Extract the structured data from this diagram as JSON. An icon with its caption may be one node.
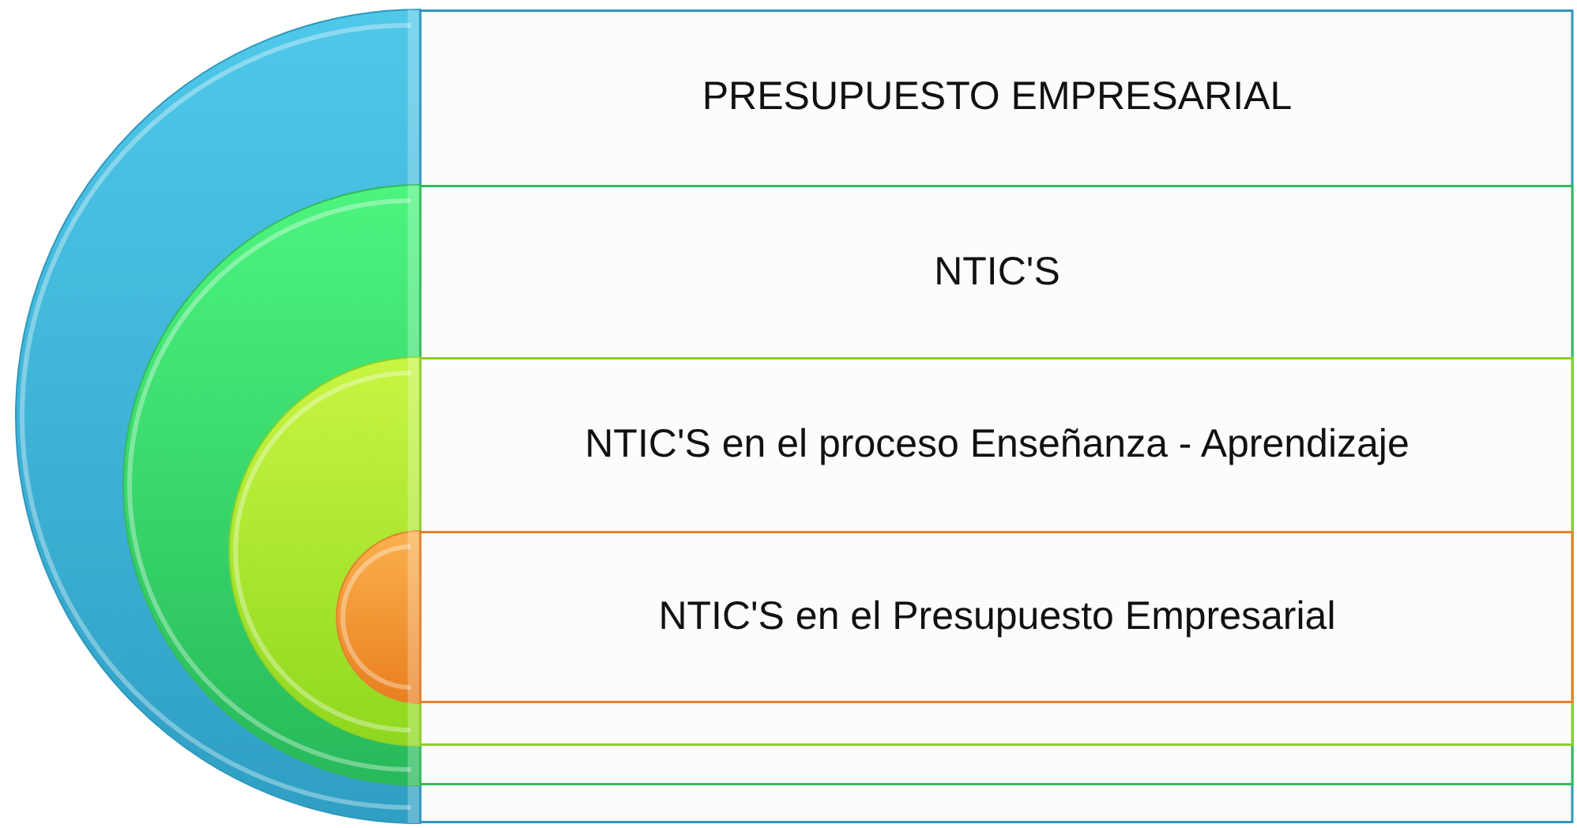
{
  "diagram": {
    "nodes": [
      {
        "text": [
          "PRESUPUESTO EMPRESARIAL"
        ]
      },
      {
        "text": [
          "NTIC'S"
        ],
        "in": 0
      },
      {
        "text": [
          "NTIC'S en el proceso Enseñanza - Aprendizaje"
        ],
        "in": 1
      },
      {
        "text": [
          "NTIC'S en el Presupuesto Empresarial"
        ],
        "in": 2
      }
    ]
  }
}
